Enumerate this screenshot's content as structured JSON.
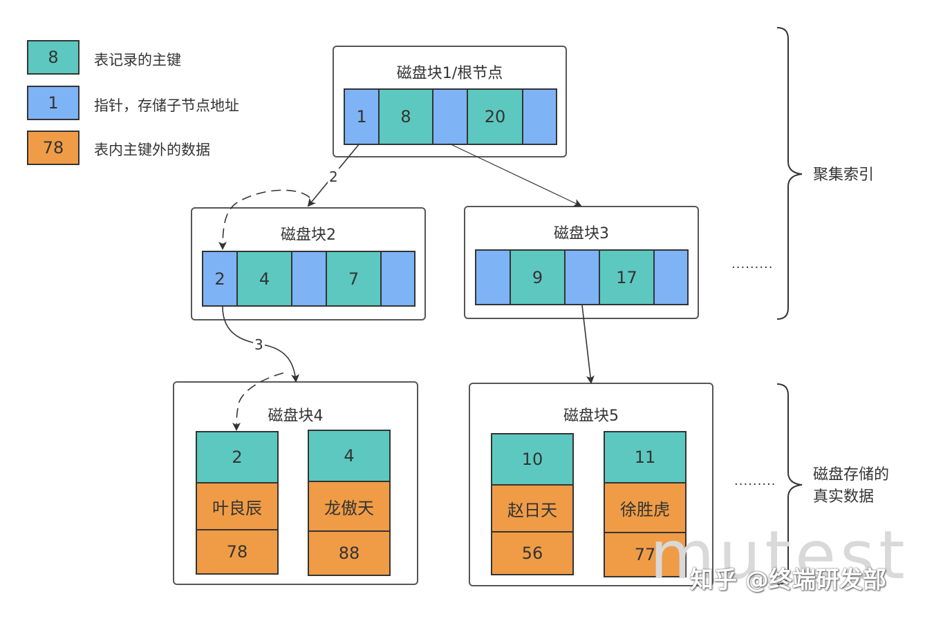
{
  "legend": [
    {
      "swatch": "8",
      "text": "表记录的主键",
      "kind": "key"
    },
    {
      "swatch": "1",
      "text": "指针，存储子节点地址",
      "kind": "ptr"
    },
    {
      "swatch": "78",
      "text": "表内主键外的数据",
      "kind": "dat"
    }
  ],
  "blocks": {
    "b1": {
      "title": "磁盘块1/根节点",
      "cells": [
        "1",
        "8",
        "",
        "20",
        ""
      ]
    },
    "b2": {
      "title": "磁盘块2",
      "cells": [
        "2",
        "4",
        "",
        "7",
        ""
      ]
    },
    "b3": {
      "title": "磁盘块3",
      "cells": [
        "",
        "9",
        "",
        "17",
        ""
      ]
    },
    "b4": {
      "title": "磁盘块4",
      "records": [
        {
          "key": "2",
          "name": "叶良辰",
          "value": "78"
        },
        {
          "key": "4",
          "name": "龙傲天",
          "value": "88"
        }
      ]
    },
    "b5": {
      "title": "磁盘块5",
      "records": [
        {
          "key": "10",
          "name": "赵日天",
          "value": "56"
        },
        {
          "key": "11",
          "name": "徐胜虎",
          "value": "77"
        }
      ]
    }
  },
  "edge_labels": {
    "step2": "2",
    "step3": "3"
  },
  "ellipsis": "·········",
  "braces": {
    "upper": "聚集索引",
    "lower_line1": "磁盘存储的",
    "lower_line2": "真实数据"
  },
  "watermark": {
    "bg": "mutest",
    "fg": "知乎 @终端研发部"
  },
  "colors": {
    "key": "#5dc8bf",
    "pointer": "#7eb3f5",
    "data": "#f09c46",
    "stroke": "#333333"
  }
}
